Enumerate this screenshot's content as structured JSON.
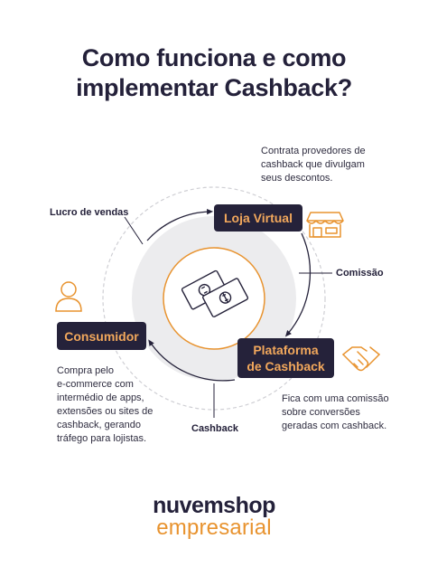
{
  "title": {
    "line1": "Como funciona e como",
    "line2": "implementar Cashback?"
  },
  "nodes": {
    "loja": "Loja Virtual",
    "consumidor": "Consumidor",
    "plataforma_line1": "Plataforma",
    "plataforma_line2": "de Cashback"
  },
  "flows": {
    "lucro": "Lucro de vendas",
    "comissao": "Comissão",
    "cashback": "Cashback"
  },
  "descriptions": {
    "loja": [
      "Contrata provedores de",
      "cashback que divulgam",
      "seus descontos."
    ],
    "consumidor": [
      "Compra pelo",
      "e-commerce com",
      "intermédio de apps,",
      "extensões ou sites de",
      "cashback, gerando",
      "tráfego para lojistas."
    ],
    "plataforma": [
      "Fica com uma comissão",
      "sobre conversões",
      "geradas com cashback."
    ]
  },
  "icons": {
    "center": "money-bills-icon",
    "loja": "storefront-icon",
    "consumidor": "person-icon",
    "plataforma": "handshake-icon"
  },
  "brand": {
    "name": "nuvemshop",
    "sub": "empresarial"
  },
  "colors": {
    "dark": "#25223a",
    "accent": "#f2a85c",
    "orange_line": "#e8932f",
    "light_circle": "#ececee"
  }
}
